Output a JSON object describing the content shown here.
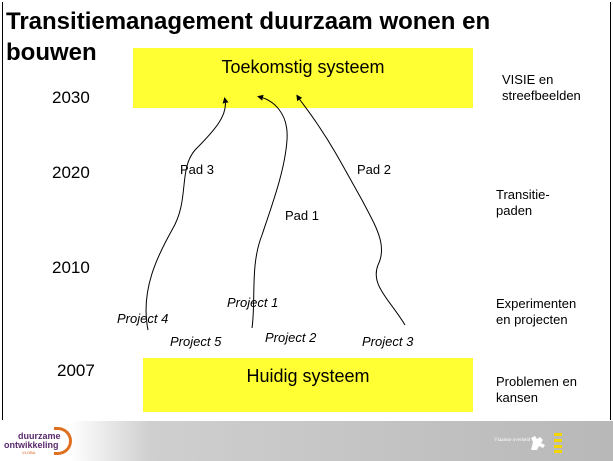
{
  "title": {
    "line1": "Transitiemanagement duurzaam wonen en",
    "line2": "bouwen"
  },
  "boxes": {
    "future": "Toekomstig systeem",
    "current": "Huidig systeem"
  },
  "years": {
    "y2030": "2030",
    "y2020": "2020",
    "y2010": "2010",
    "y2007": "2007"
  },
  "side_labels": {
    "vision": [
      "VISIE en",
      "streefbeelden"
    ],
    "paths": [
      "Transitie-",
      "paden"
    ],
    "experiments": [
      "Experimenten",
      "en projecten"
    ],
    "problems": [
      "Problemen en",
      "kansen"
    ]
  },
  "path_labels": {
    "pad1": "Pad 1",
    "pad2": "Pad 2",
    "pad3": "Pad 3"
  },
  "projects": {
    "p1": "Project 1",
    "p2": "Project 2",
    "p3": "Project 3",
    "p4": "Project 4",
    "p5": "Project 5"
  },
  "footer": {
    "left_logo": {
      "line1": "duurzame",
      "line2": "ontwikkeling",
      "line3": "VLOBA",
      "icon": "duurzame-ontwikkeling-logo"
    },
    "right_logo": {
      "text": "Vlaamse overheid",
      "icon": "flemish-lion-logo"
    },
    "colors": {
      "accent": "#ffff33",
      "logo_purple": "#5a2a6e",
      "logo_orange": "#e07020",
      "stripe_yellow": "#f2d600"
    }
  }
}
